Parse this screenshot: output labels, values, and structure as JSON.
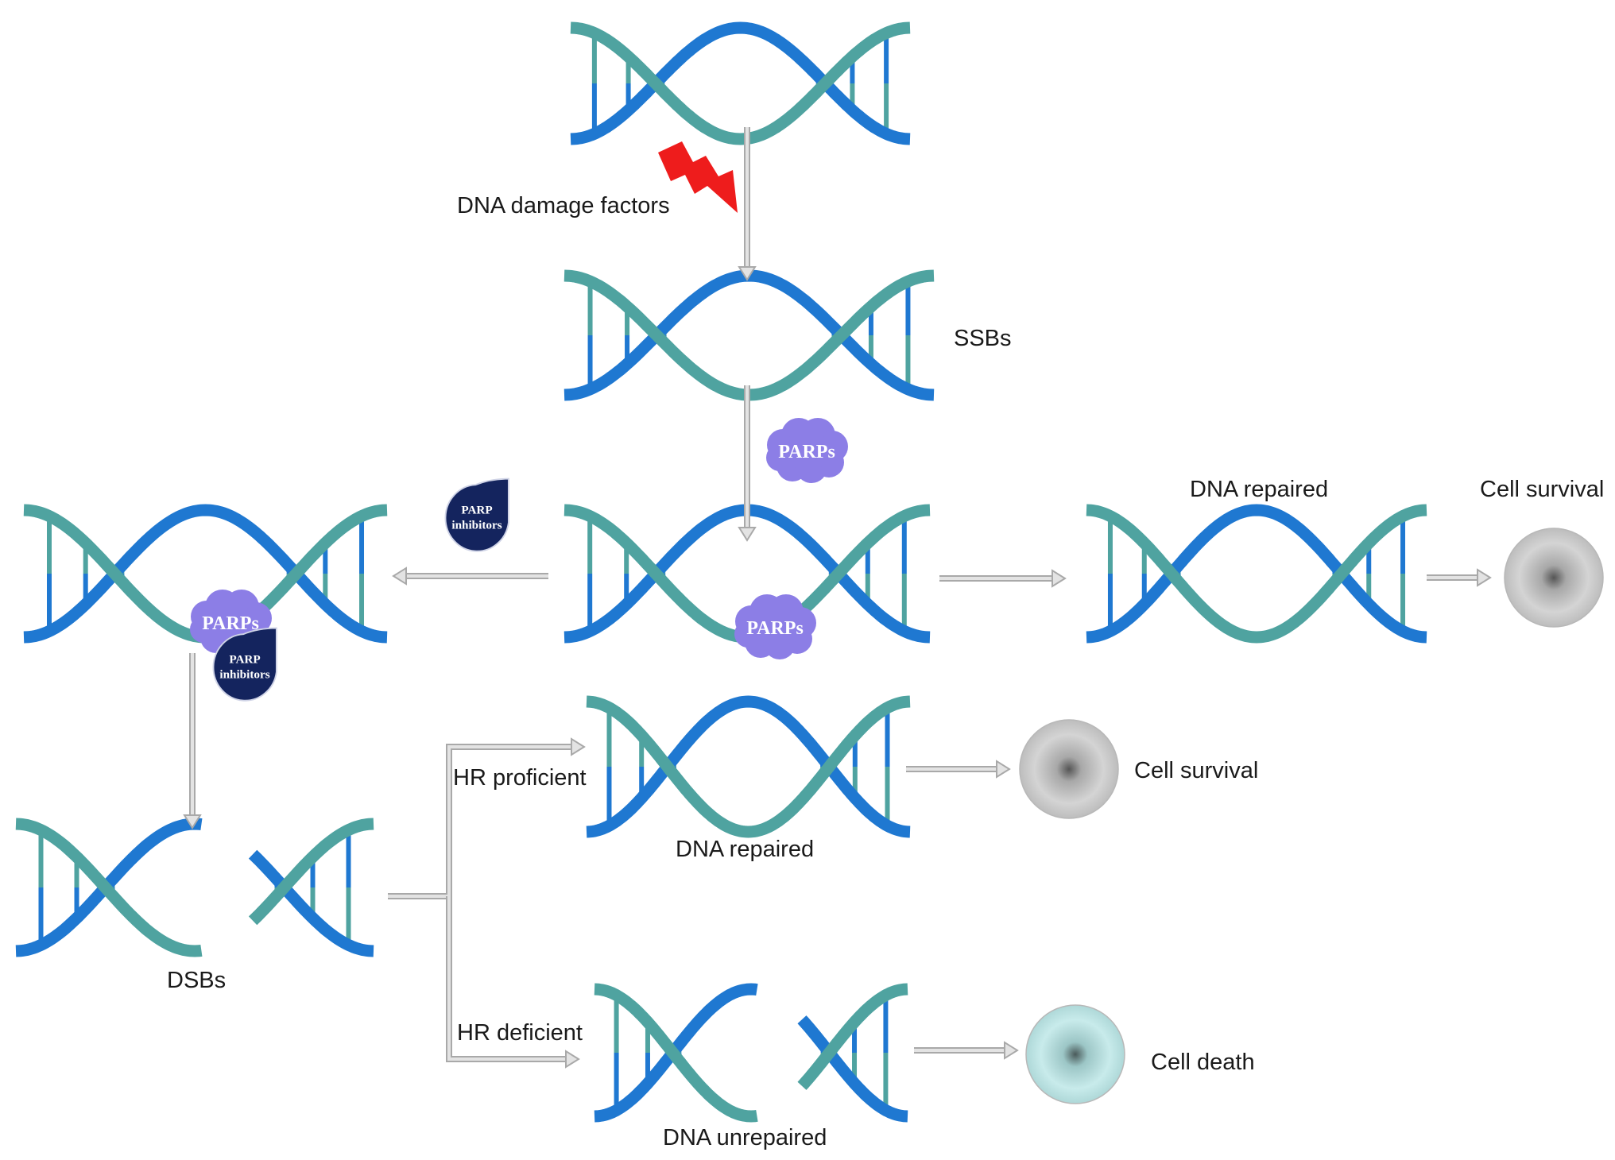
{
  "labels": {
    "damage": "DNA damage factors",
    "ssbs": "SSBs",
    "dna_repaired_top": "DNA repaired",
    "cell_survival_top": "Cell survival",
    "hr_proficient": "HR proficient",
    "dna_repaired_mid": "DNA repaired",
    "cell_survival_mid": "Cell survival",
    "dsbs": "DSBs",
    "hr_deficient": "HR deficient",
    "dna_unrepaired": "DNA unrepaired",
    "cell_death": "Cell death"
  },
  "badges": {
    "parps": "PARPs",
    "parp_inhibitor_line1": "PARP",
    "parp_inhibitor_line2": "inhibitors"
  },
  "colors": {
    "strand_blue": "#1f78d1",
    "strand_teal": "#4fa3a0",
    "arrow_gray": "#bdbdbd",
    "parps_purple": "#8c7ee6",
    "inhibitor_navy": "#14245e",
    "lightning_red": "#ee1c1c",
    "cell_gray": "#c7c7c7",
    "cell_teal": "#b6e0e0"
  }
}
